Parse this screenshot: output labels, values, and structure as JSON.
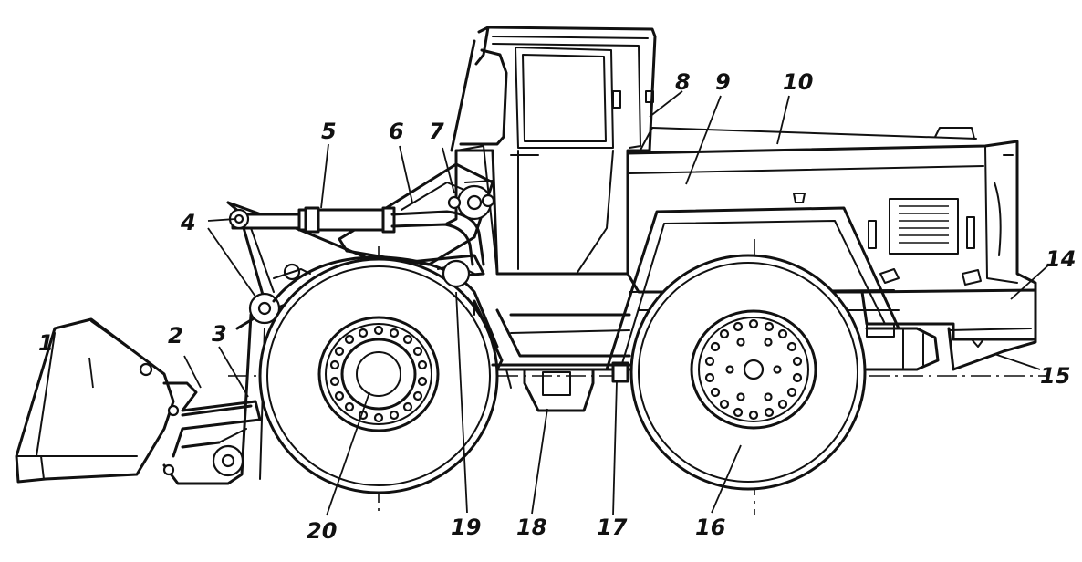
{
  "labels": [
    "1",
    "2",
    "3",
    "4",
    "5",
    "6",
    "7",
    "8",
    "9",
    "10",
    "14",
    "15",
    "16",
    "17",
    "18",
    "19",
    "20"
  ],
  "colors": {
    "ink": "#111111",
    "paper": "#ffffff"
  }
}
